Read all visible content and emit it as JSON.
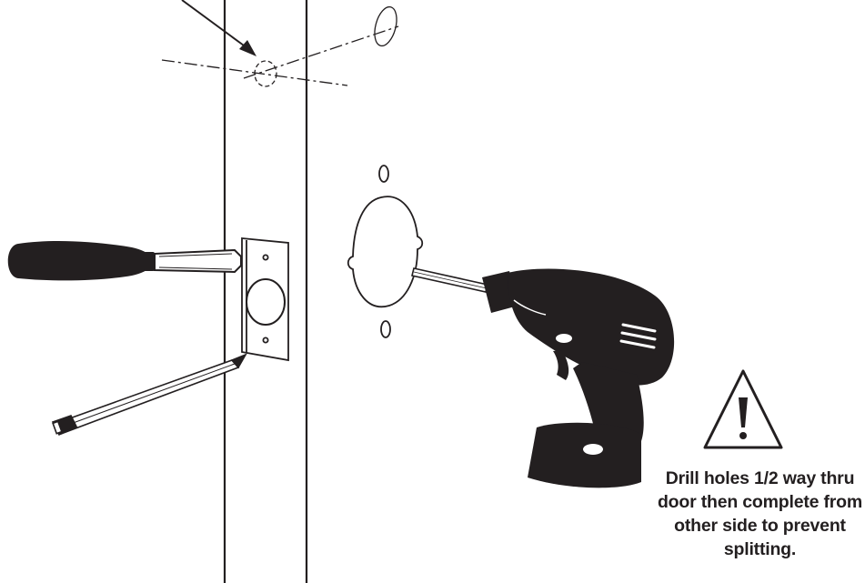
{
  "warning_note": {
    "icon": "warning-triangle-icon",
    "lines": [
      "Drill holes 1/2 way thru",
      "door then complete from",
      "other side to prevent",
      "splitting."
    ]
  },
  "colors": {
    "ink": "#231f20",
    "background": "#ffffff"
  }
}
